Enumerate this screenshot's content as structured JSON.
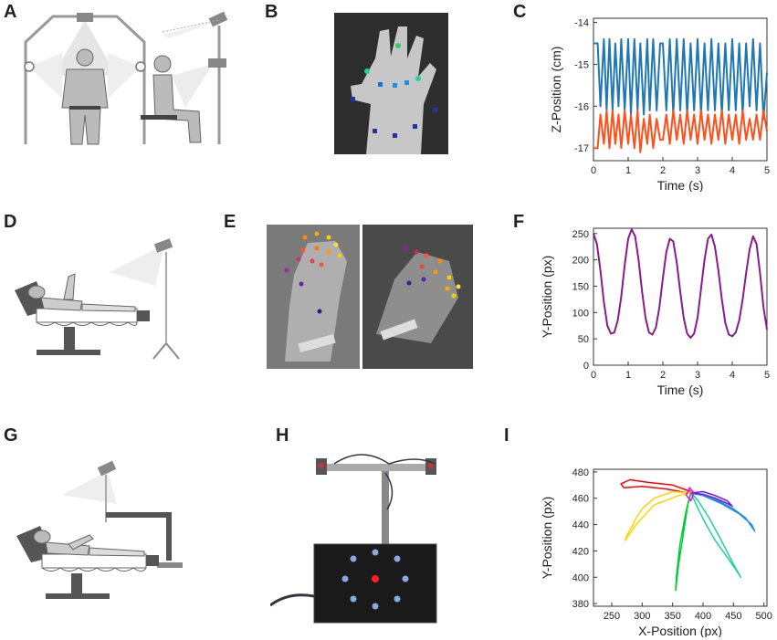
{
  "panels": {
    "A": "A",
    "B": "B",
    "C": "C",
    "D": "D",
    "E": "E",
    "F": "F",
    "G": "G",
    "H": "H",
    "I": "I"
  },
  "colors": {
    "series_blue": "#1f77b4",
    "series_orange": "#ff4f1a",
    "series_purple": "#8b1a8b",
    "bg_dark": "#2a2a2a",
    "light_gray": "#d6d6d6"
  },
  "chart_data": [
    {
      "panel": "C",
      "type": "line",
      "xlabel": "Time (s)",
      "ylabel": "Z-Position (cm)",
      "xlim": [
        0,
        5
      ],
      "ylim": [
        -17.3,
        -13.9
      ],
      "xticks": [
        0,
        1,
        2,
        3,
        4,
        5
      ],
      "yticks": [
        -14,
        -15,
        -16,
        -17
      ],
      "series": [
        {
          "color": "#1f77b4",
          "x": [
            0,
            0.12,
            0.2,
            0.3,
            0.38,
            0.46,
            0.55,
            0.63,
            0.72,
            0.8,
            0.9,
            1.0,
            1.08,
            1.18,
            1.27,
            1.35,
            1.45,
            1.55,
            1.62,
            1.72,
            1.82,
            1.92,
            2.0,
            2.1,
            2.2,
            2.3,
            2.4,
            2.5,
            2.6,
            2.7,
            2.8,
            2.9,
            3.0,
            3.1,
            3.2,
            3.3,
            3.4,
            3.5,
            3.6,
            3.7,
            3.8,
            3.9,
            4.0,
            4.1,
            4.2,
            4.3,
            4.4,
            4.5,
            4.6,
            4.7,
            4.8,
            4.9,
            5.0
          ],
          "y": [
            -14.5,
            -14.5,
            -16.0,
            -14.4,
            -16.1,
            -14.4,
            -16.1,
            -14.5,
            -16.0,
            -14.4,
            -16.1,
            -14.4,
            -16.2,
            -14.4,
            -16.1,
            -14.5,
            -16.2,
            -14.4,
            -16.1,
            -14.4,
            -16.1,
            -14.5,
            -14.5,
            -16.1,
            -14.4,
            -16.2,
            -14.4,
            -16.1,
            -14.4,
            -16.2,
            -14.5,
            -16.1,
            -14.4,
            -16.2,
            -14.5,
            -16.1,
            -14.4,
            -16.1,
            -14.5,
            -16.2,
            -14.5,
            -16.1,
            -14.4,
            -16.1,
            -14.5,
            -16.2,
            -14.5,
            -16.0,
            -14.4,
            -16.1,
            -14.5,
            -16.3,
            -15.2
          ]
        },
        {
          "color": "#ff4f1a",
          "x": [
            0,
            0.12,
            0.2,
            0.3,
            0.38,
            0.46,
            0.55,
            0.63,
            0.72,
            0.8,
            0.9,
            1.0,
            1.08,
            1.18,
            1.27,
            1.35,
            1.45,
            1.55,
            1.62,
            1.72,
            1.82,
            1.92,
            2.0,
            2.1,
            2.2,
            2.3,
            2.4,
            2.5,
            2.6,
            2.7,
            2.8,
            2.9,
            3.0,
            3.1,
            3.2,
            3.3,
            3.4,
            3.5,
            3.6,
            3.7,
            3.8,
            3.9,
            4.0,
            4.1,
            4.2,
            4.3,
            4.4,
            4.5,
            4.6,
            4.7,
            4.8,
            4.9,
            5.0
          ],
          "y": [
            -17.0,
            -17.0,
            -16.2,
            -16.9,
            -16.1,
            -17.0,
            -16.1,
            -16.9,
            -16.2,
            -17.0,
            -16.1,
            -16.9,
            -16.2,
            -17.0,
            -16.1,
            -17.1,
            -16.3,
            -16.9,
            -16.2,
            -17.0,
            -16.3,
            -16.8,
            -16.8,
            -16.2,
            -16.9,
            -16.1,
            -16.8,
            -16.2,
            -16.9,
            -16.1,
            -16.8,
            -16.2,
            -16.9,
            -16.1,
            -16.8,
            -16.2,
            -16.9,
            -16.2,
            -16.8,
            -16.1,
            -16.9,
            -16.2,
            -16.8,
            -16.2,
            -16.9,
            -16.1,
            -16.8,
            -16.3,
            -16.8,
            -16.2,
            -16.8,
            -16.1,
            -16.6
          ]
        }
      ]
    },
    {
      "panel": "F",
      "type": "line",
      "xlabel": "Time (s)",
      "ylabel": "Y-Position (px)",
      "xlim": [
        0,
        5
      ],
      "ylim": [
        0,
        260
      ],
      "xticks": [
        0,
        1,
        2,
        3,
        4,
        5
      ],
      "yticks": [
        0,
        50,
        100,
        150,
        200,
        250
      ],
      "series": [
        {
          "color": "#8b1a8b",
          "x": [
            0,
            0.1,
            0.2,
            0.3,
            0.4,
            0.5,
            0.6,
            0.7,
            0.8,
            0.9,
            1.0,
            1.1,
            1.2,
            1.3,
            1.4,
            1.5,
            1.6,
            1.7,
            1.8,
            1.9,
            2.0,
            2.1,
            2.2,
            2.3,
            2.4,
            2.5,
            2.6,
            2.7,
            2.8,
            2.9,
            3.0,
            3.1,
            3.2,
            3.3,
            3.4,
            3.5,
            3.6,
            3.7,
            3.8,
            3.9,
            4.0,
            4.1,
            4.2,
            4.3,
            4.4,
            4.5,
            4.6,
            4.7,
            4.8,
            4.9,
            5.0
          ],
          "y": [
            250,
            230,
            180,
            120,
            75,
            60,
            62,
            85,
            130,
            190,
            240,
            258,
            245,
            200,
            140,
            90,
            62,
            58,
            72,
            110,
            165,
            215,
            240,
            235,
            195,
            140,
            90,
            60,
            52,
            60,
            90,
            145,
            200,
            240,
            248,
            225,
            180,
            125,
            80,
            58,
            55,
            62,
            85,
            125,
            175,
            220,
            245,
            230,
            175,
            110,
            68
          ]
        }
      ]
    },
    {
      "panel": "I",
      "type": "line",
      "xlabel": "X-Position (px)",
      "ylabel": "Y-Position (px)",
      "xlim": [
        220,
        505
      ],
      "ylim": [
        378,
        482
      ],
      "xticks": [
        250,
        300,
        350,
        400,
        450,
        500
      ],
      "yticks": [
        380,
        400,
        420,
        440,
        460,
        480
      ],
      "series": [
        {
          "color": "#ff0000",
          "x": [
            380,
            350,
            310,
            280,
            265,
            270,
            300,
            340,
            375
          ],
          "y": [
            465,
            470,
            472,
            474,
            471,
            468,
            469,
            467,
            464
          ]
        },
        {
          "color": "#ffd400",
          "x": [
            380,
            350,
            320,
            300,
            290,
            285,
            275,
            272,
            290,
            320,
            360,
            378
          ],
          "y": [
            464,
            465,
            460,
            452,
            445,
            440,
            432,
            428,
            440,
            455,
            462,
            464
          ]
        },
        {
          "color": "#00cc33",
          "x": [
            380,
            375,
            370,
            365,
            360,
            357,
            355,
            356,
            362,
            372,
            379
          ],
          "y": [
            464,
            455,
            440,
            425,
            410,
            398,
            390,
            400,
            425,
            450,
            463
          ]
        },
        {
          "color": "#1ed2a0",
          "x": [
            380,
            392,
            405,
            420,
            440,
            455,
            462,
            450,
            430,
            410,
            392,
            381
          ],
          "y": [
            464,
            452,
            440,
            428,
            415,
            405,
            400,
            410,
            428,
            445,
            458,
            464
          ]
        },
        {
          "color": "#1a8fe6",
          "x": [
            380,
            400,
            425,
            450,
            470,
            485,
            480,
            460,
            430,
            400,
            382
          ],
          "y": [
            464,
            462,
            458,
            452,
            445,
            435,
            440,
            448,
            456,
            462,
            464
          ]
        },
        {
          "color": "#6a1adb",
          "x": [
            380,
            400,
            420,
            440,
            448,
            440,
            420,
            400,
            381
          ],
          "y": [
            464,
            465,
            462,
            458,
            454,
            456,
            460,
            463,
            464
          ]
        },
        {
          "color": "#ff00ff",
          "x": [
            372,
            378,
            385,
            380,
            373
          ],
          "y": [
            462,
            468,
            464,
            458,
            462
          ]
        }
      ]
    }
  ]
}
